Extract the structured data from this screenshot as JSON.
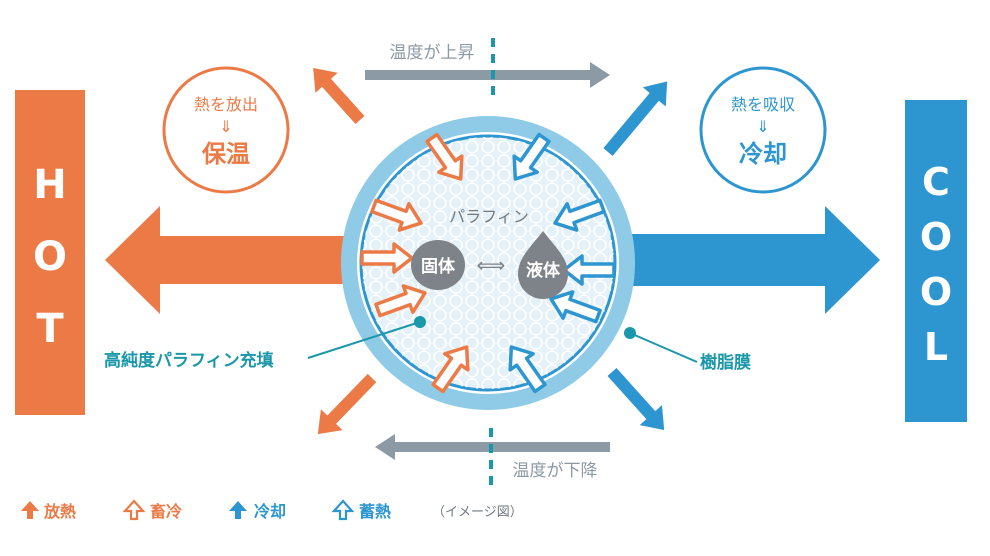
{
  "colors": {
    "hot": "#ec7a46",
    "cool": "#2d95cf",
    "teal": "#1a97a9",
    "gray": "#8c9aa5",
    "ring": "#8fcbe6",
    "core": "#e4f1f8",
    "blob": "#7d8388"
  },
  "sides": {
    "hot_letters": [
      "H",
      "O",
      "T"
    ],
    "cool_letters": [
      "C",
      "O",
      "O",
      "L"
    ]
  },
  "temperature": {
    "rise_label": "温度が上昇",
    "fall_label": "温度が下降"
  },
  "hot_badge": {
    "line1": "熱を放出",
    "arrow": "⇓",
    "line2": "保温"
  },
  "cool_badge": {
    "line1": "熱を吸収",
    "arrow": "⇓",
    "line2": "冷却"
  },
  "sphere": {
    "title": "パラフィン",
    "solid": "固体",
    "liquid": "液体",
    "exchange": "⟺"
  },
  "callouts": {
    "filling": "高純度パラフィン充填",
    "membrane": "樹脂膜"
  },
  "legend": {
    "items": [
      {
        "label": "放熱",
        "style": "filled",
        "color": "hot",
        "icon": "arrow-up-filled-icon"
      },
      {
        "label": "畜冷",
        "style": "outline",
        "color": "hot",
        "icon": "arrow-up-outline-icon"
      },
      {
        "label": "冷却",
        "style": "filled",
        "color": "cool",
        "icon": "arrow-up-filled-icon"
      },
      {
        "label": "蓄熱",
        "style": "outline",
        "color": "cool",
        "icon": "arrow-up-outline-icon"
      }
    ],
    "note": "（イメージ図）"
  }
}
